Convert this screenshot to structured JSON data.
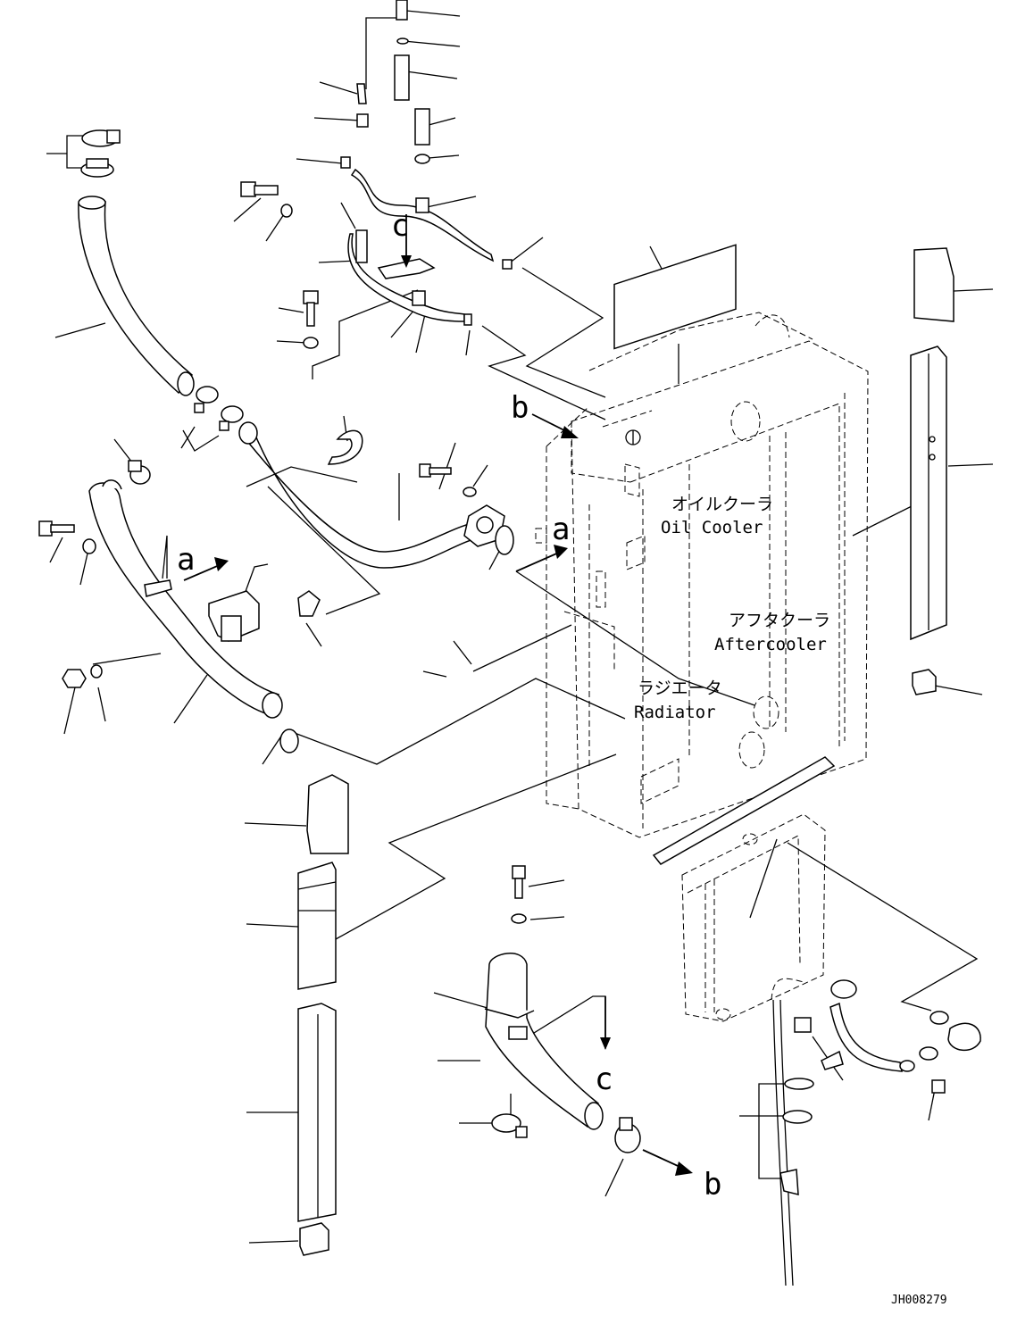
{
  "view_markers": {
    "a_upper": "a",
    "a_lower": "a",
    "b_upper": "b",
    "b_lower": "b",
    "c_upper": "c",
    "c_lower": "c"
  },
  "components": {
    "oil_cooler_jp": "オイルクーラ",
    "oil_cooler_en": "Oil Cooler",
    "aftercooler_jp": "アフタクーラ",
    "aftercooler_en": "Aftercooler",
    "radiator_jp": "ラジエータ",
    "radiator_en": "Radiator"
  },
  "drawing_code": "JH008279"
}
